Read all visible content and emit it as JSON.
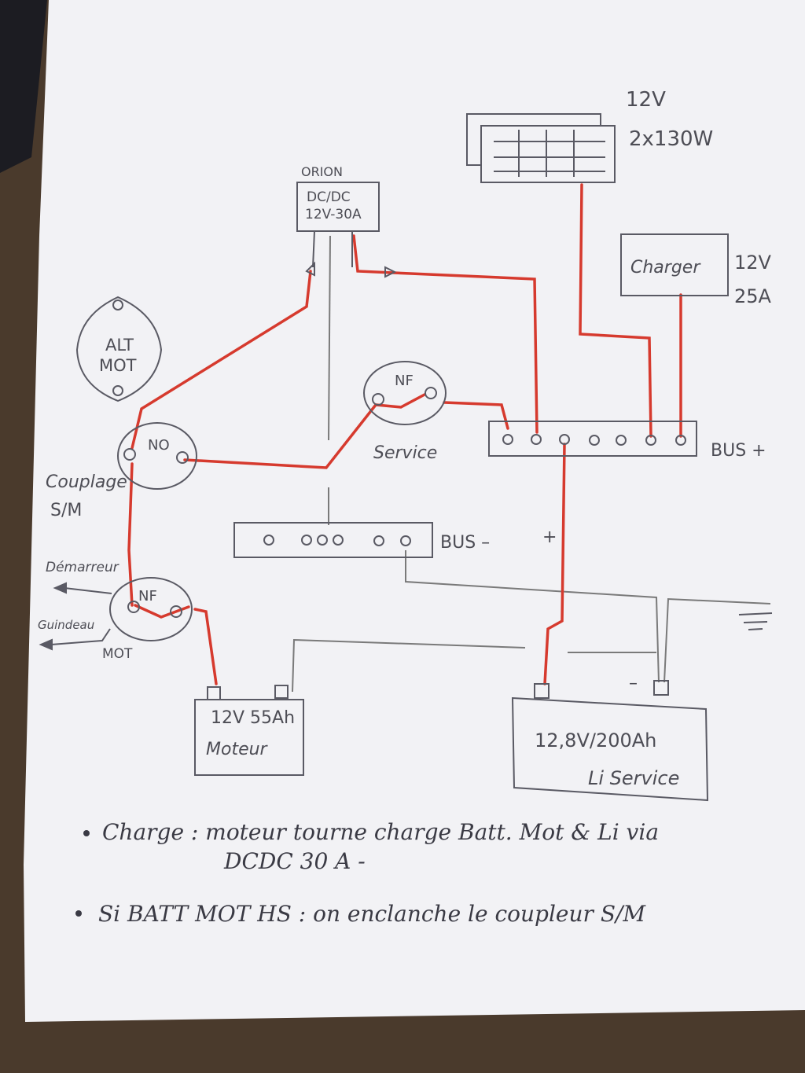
{
  "solar": {
    "voltage": "12V",
    "power": "2x130W"
  },
  "orion": {
    "brand": "ORION",
    "type": "DC/DC",
    "rating": "12V-30A"
  },
  "charger": {
    "label": "Charger",
    "voltage": "12V",
    "current": "25A"
  },
  "alternator": {
    "line1": "ALT",
    "line2": "MOT"
  },
  "coupler": {
    "state": "NO",
    "label_line1": "Couplage",
    "label_line2": "S/M"
  },
  "service_switch": {
    "state": "NF",
    "label": "Service"
  },
  "motor_switch": {
    "state": "NF",
    "label": "MOT",
    "out_start": "Démarreur",
    "out_windlass": "Guindeau"
  },
  "bus_plus": {
    "label": "BUS +"
  },
  "bus_minus": {
    "label": "BUS –"
  },
  "plus_sign": "+",
  "minus_sign": "–",
  "battery_motor": {
    "line1": "12V 55Ah",
    "line2": "Moteur"
  },
  "battery_service": {
    "line1": "12,8V/200Ah",
    "line2": "Li Service"
  },
  "notes": {
    "note1_line1": "Charge : moteur tourne charge Batt. Mot & Li via",
    "note1_line2": "DCDC 30 A -",
    "note2": "Si BATT MOT HS : on enclanche le coupleur S/M"
  },
  "colors": {
    "wire_red": "#d63a2e",
    "wire_gray": "#777777",
    "pencil": "#55555e",
    "paper": "#f3f3f6"
  }
}
